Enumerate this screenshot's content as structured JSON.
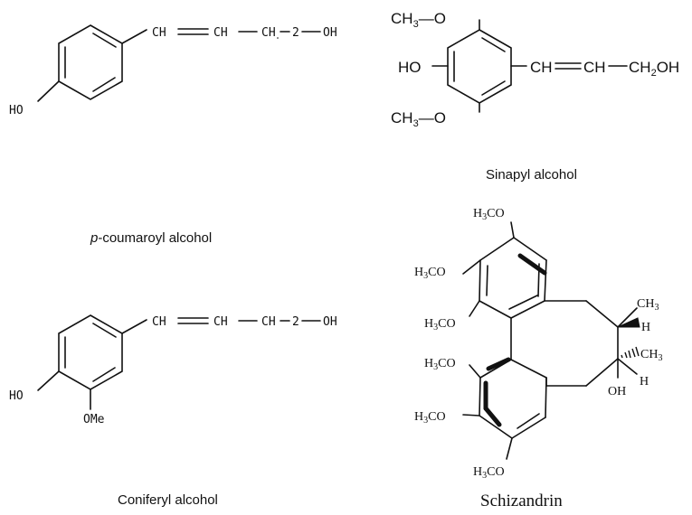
{
  "molecules": {
    "coumaroyl": {
      "name_prefix": "p",
      "name_rest": "-coumaroyl alcohol",
      "chain": {
        "ch1": "CH",
        "ch2": "CH",
        "dash1": "—",
        "ch2oh_c": "CH",
        "sub2": "2",
        "dash2": "—",
        "oh": "OH"
      },
      "ho": "HO"
    },
    "sinapyl": {
      "name": "Sinapyl alcohol",
      "top_ome": {
        "c": "CH",
        "sub": "3",
        "o": "O"
      },
      "bottom_ome": {
        "c": "CH",
        "sub": "3",
        "o": "O"
      },
      "ho": "HO",
      "chain": {
        "ch1": "CH",
        "ch2": "CH",
        "dash": "—",
        "c": "CH",
        "sub": "2",
        "oh": "OH"
      }
    },
    "coniferyl": {
      "name": "Coniferyl alcohol",
      "chain": {
        "ch1": "CH",
        "ch2": "CH",
        "dash1": "—",
        "ch2oh_c": "CH",
        "sub2": "2",
        "dash2": "—",
        "oh": "OH"
      },
      "ho": "HO",
      "ome": "OMe"
    },
    "schizandrin": {
      "name": "Schizandrin",
      "h3co_h": "H",
      "h3co_sub": "3",
      "h3co_rest": "CO",
      "ch3_c": "CH",
      "ch3_sub": "3",
      "h": "H",
      "oh": "OH"
    }
  }
}
